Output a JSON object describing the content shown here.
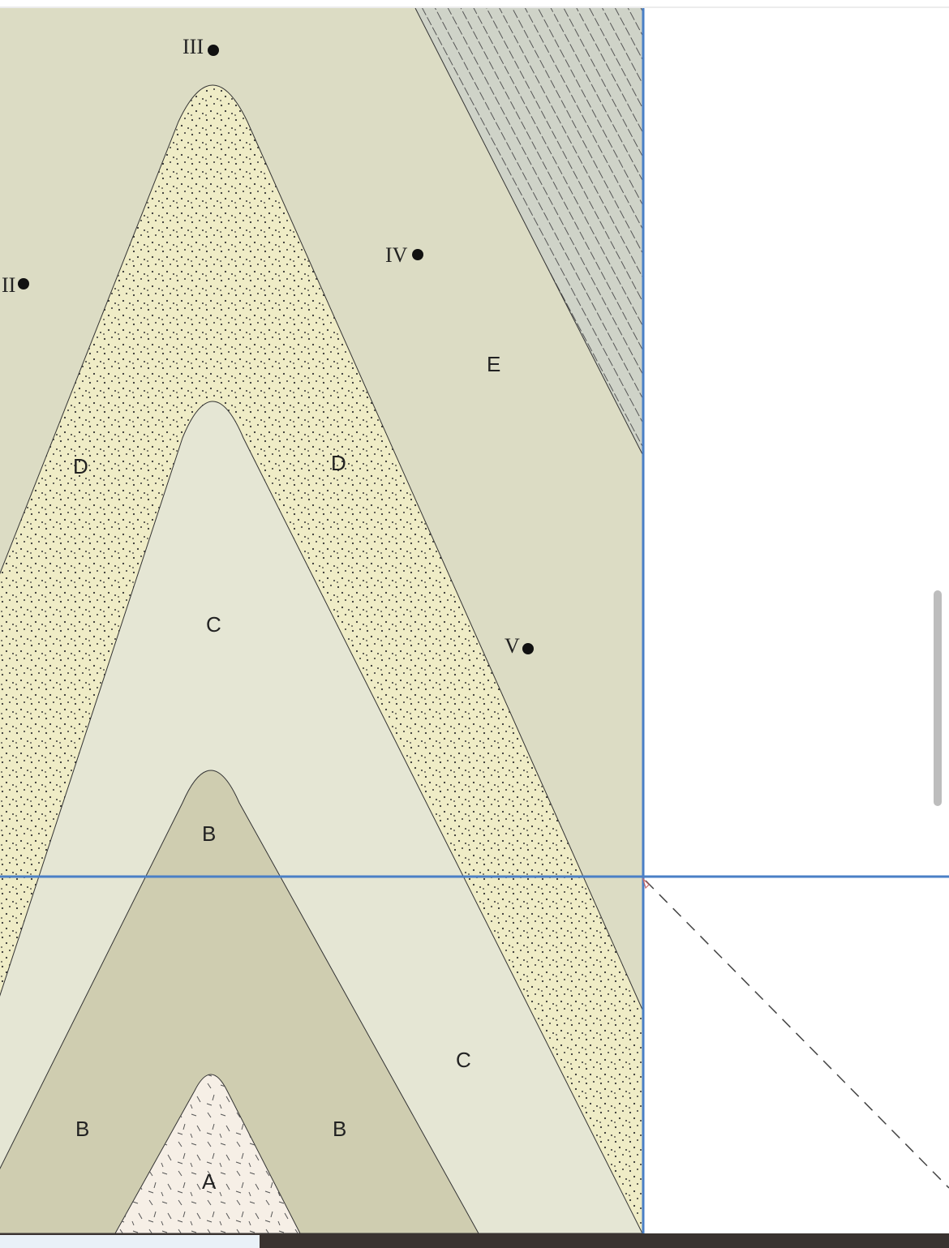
{
  "colors": {
    "unit_E": "#dcdcc4",
    "unit_D": "#efecc6",
    "unit_C": "#e5e6d4",
    "unit_B": "#cfcdb0",
    "unit_A": "#f6efe6",
    "unit_F": "#cfd3c8",
    "section_line": "#4a7fc6",
    "dashed_line": "#444444",
    "scrollbar": "#bdbdbd"
  },
  "units": {
    "E": "E",
    "D_left": "D",
    "D_right": "D",
    "C_upper": "C",
    "C_lower": "C",
    "B_top": "B",
    "B_left": "B",
    "B_right": "B",
    "A": "A"
  },
  "points": {
    "II": "II",
    "III": "III",
    "IV": "IV",
    "V": "V"
  },
  "icons": {
    "point_marker": "filled-circle",
    "scrollbar": "vertical-scrollbar-thumb"
  }
}
